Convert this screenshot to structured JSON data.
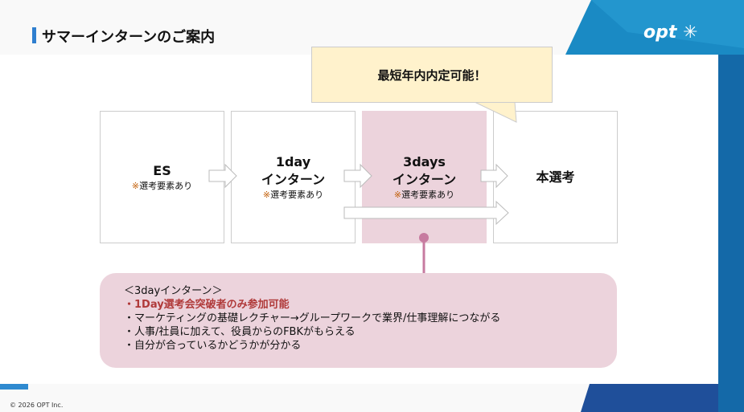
{
  "header": {
    "title": "サマーインターンのご案内",
    "logo": "opt"
  },
  "callout": "最短年内内定可能！",
  "steps": [
    {
      "title": "ES",
      "note_mark": "※",
      "note": "選考要素あり"
    },
    {
      "title1": "1day",
      "title2": "インターン",
      "note_mark": "※",
      "note": "選考要素あり"
    },
    {
      "title1": "3days",
      "title2": "インターン",
      "note_mark": "※",
      "note": "選考要素あり"
    },
    {
      "title": "本選考"
    }
  ],
  "info": {
    "heading": "＜3dayインターン＞",
    "items": [
      "・1Day選考会突破者のみ参加可能",
      "・マーケティングの基礎レクチャー→グループワークで業界/仕事理解につながる",
      "・人事/社員に加えて、役員からのFBKがもらえる",
      "・自分が合っているかどうかが分かる"
    ]
  },
  "footer": {
    "copyright": "© 2026 OPT Inc."
  },
  "colors": {
    "accent": "#2f7fcf",
    "pink": "#ecd3dc",
    "callout": "#fff2cc",
    "highlight": "#b03a3a"
  }
}
